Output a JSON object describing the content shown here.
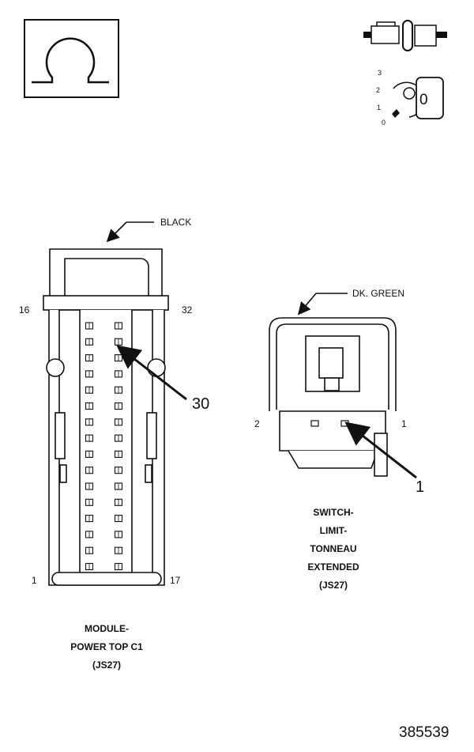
{
  "key_icon": {
    "positions": [
      "3",
      "2",
      "1",
      "0"
    ],
    "key_label": "0"
  },
  "connector_c1": {
    "color_label": "BLACK",
    "pin_top_left": "16",
    "pin_top_right": "32",
    "pin_bottom_left": "1",
    "pin_bottom_right": "17",
    "callout_pin": "30",
    "name_lines": [
      "MODULE-",
      "POWER TOP C1",
      "(JS27)"
    ]
  },
  "connector_switch": {
    "color_label": "DK. GREEN",
    "pin_left": "2",
    "pin_right": "1",
    "callout_pin": "1",
    "name_lines": [
      "SWITCH-",
      "LIMIT-",
      "TONNEAU",
      "EXTENDED",
      "(JS27)"
    ]
  },
  "figure_number": "385539"
}
